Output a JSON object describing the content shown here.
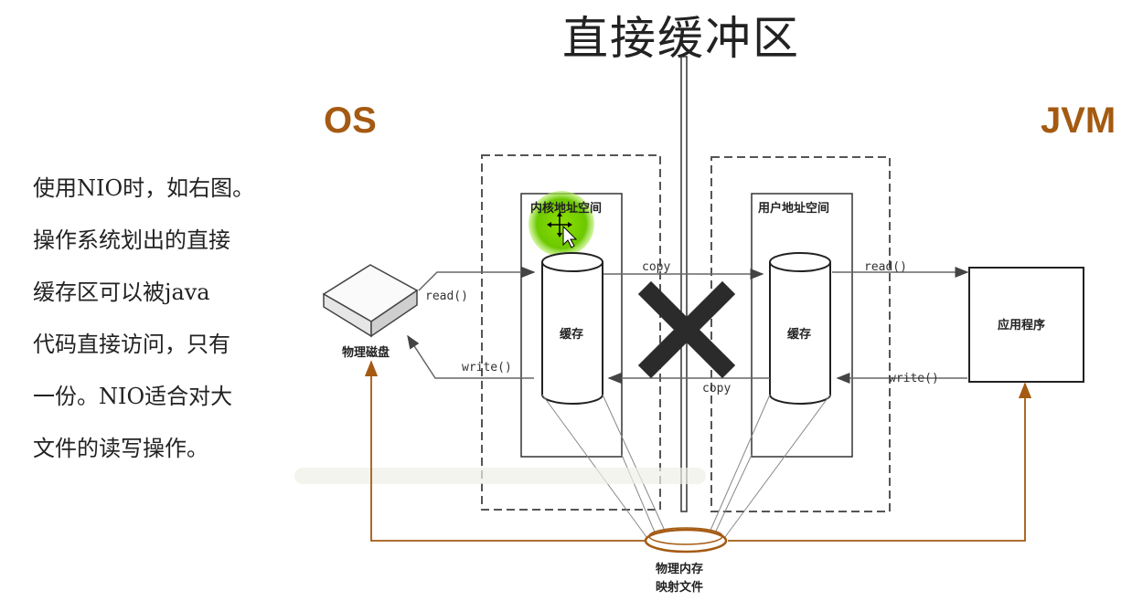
{
  "title": "直接缓冲区",
  "os_label": "OS",
  "jvm_label": "JVM",
  "description_lines": [
    "使用NIO时，如右图。",
    "操作系统划出的直接",
    "缓存区可以被java",
    "代码直接访问，只有",
    "一份。NIO适合对大",
    "文件的读写操作。"
  ],
  "diagram": {
    "kernel_space_label": "内核地址空间",
    "user_space_label": "用户地址空间",
    "kernel_cache_label": "缓存",
    "user_cache_label": "缓存",
    "disk_label": "物理磁盘",
    "app_label": "应用程序",
    "mmap_label_line1": "物理内存",
    "mmap_label_line2": "映射文件",
    "arrow_read_disk": "read()",
    "arrow_write_disk": "write()",
    "arrow_copy_top": "copy",
    "arrow_copy_bottom": "copy",
    "arrow_read_app": "read()",
    "arrow_write_app": "write()"
  },
  "colors": {
    "accent_brown": "#a45a12",
    "cursor_highlight": "#7fd000"
  },
  "icons": {
    "cross": "x-mark-icon",
    "cursor": "move-cursor-icon"
  }
}
